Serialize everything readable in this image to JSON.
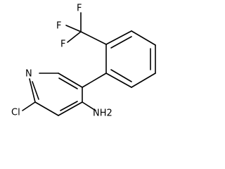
{
  "structure": {
    "atoms": {
      "f_top": "F",
      "f_left": "F",
      "f_bottom": "F",
      "n_ring": "N",
      "cl": "Cl",
      "nh2": "NH2"
    }
  }
}
